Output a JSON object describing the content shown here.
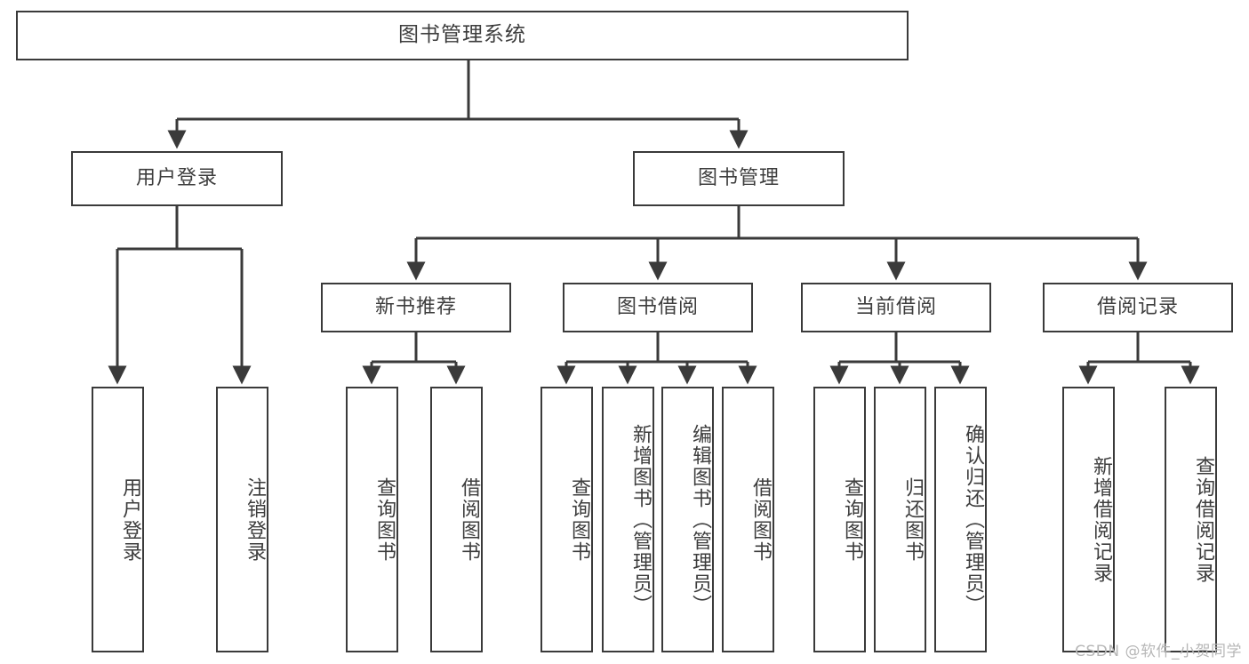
{
  "diagram": {
    "title": "图书管理系统",
    "type": "hierarchy-tree",
    "orientation": "top-down",
    "line_color": "#3a3a3a",
    "text_color": "#3d3d3d",
    "background_color": "#ffffff",
    "watermark": "CSDN @软件_小贺同学"
  },
  "nodes": {
    "root": {
      "id": "root",
      "label": "图书管理系统",
      "level": 0,
      "orientation": "horizontal"
    },
    "level1": [
      {
        "id": "user-login",
        "label": "用户登录",
        "level": 1,
        "orientation": "horizontal"
      },
      {
        "id": "book-management",
        "label": "图书管理",
        "level": 1,
        "orientation": "horizontal"
      }
    ],
    "level2": [
      {
        "id": "new-book-recommend",
        "label": "新书推荐",
        "level": 2,
        "orientation": "horizontal",
        "parent": "book-management"
      },
      {
        "id": "book-borrow",
        "label": "图书借阅",
        "level": 2,
        "orientation": "horizontal",
        "parent": "book-management"
      },
      {
        "id": "current-borrow",
        "label": "当前借阅",
        "level": 2,
        "orientation": "horizontal",
        "parent": "book-management"
      },
      {
        "id": "borrow-record",
        "label": "借阅记录",
        "level": 2,
        "orientation": "horizontal",
        "parent": "book-management"
      }
    ],
    "leaves": [
      {
        "id": "leaf-user-login",
        "label": "用户登录",
        "parent": "user-login",
        "orientation": "vertical"
      },
      {
        "id": "leaf-logout",
        "label": "注销登录",
        "parent": "user-login",
        "orientation": "vertical"
      },
      {
        "id": "leaf-query-book-1",
        "label": "查询图书",
        "parent": "new-book-recommend",
        "orientation": "vertical"
      },
      {
        "id": "leaf-borrow-book-1",
        "label": "借阅图书",
        "parent": "new-book-recommend",
        "orientation": "vertical"
      },
      {
        "id": "leaf-query-book-2",
        "label": "查询图书",
        "parent": "book-borrow",
        "orientation": "vertical"
      },
      {
        "id": "leaf-add-book",
        "label": "新增图书（管理员）",
        "parent": "book-borrow",
        "orientation": "vertical"
      },
      {
        "id": "leaf-edit-book",
        "label": "编辑图书（管理员）",
        "parent": "book-borrow",
        "orientation": "vertical"
      },
      {
        "id": "leaf-borrow-book-2",
        "label": "借阅图书",
        "parent": "book-borrow",
        "orientation": "vertical"
      },
      {
        "id": "leaf-query-book-3",
        "label": "查询图书",
        "parent": "current-borrow",
        "orientation": "vertical"
      },
      {
        "id": "leaf-return-book",
        "label": "归还图书",
        "parent": "current-borrow",
        "orientation": "vertical"
      },
      {
        "id": "leaf-confirm-return",
        "label": "确认归还（管理员）",
        "parent": "current-borrow",
        "orientation": "vertical"
      },
      {
        "id": "leaf-add-record",
        "label": "新增借阅记录",
        "parent": "borrow-record",
        "orientation": "vertical"
      },
      {
        "id": "leaf-query-record",
        "label": "查询借阅记录",
        "parent": "borrow-record",
        "orientation": "vertical"
      }
    ]
  }
}
